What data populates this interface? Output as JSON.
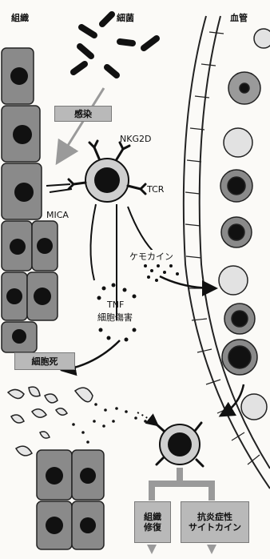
{
  "headers": {
    "tissue": "組織",
    "bacteria": "細菌",
    "vessel": "血管"
  },
  "labels": {
    "infection": "感染",
    "nkg2d": "NKG2D",
    "tcr": "TCR",
    "mica": "MICA",
    "chemokine": "ケモカイン",
    "tnf": "TNF",
    "cytotoxicity": "細胞傷害",
    "necrosis": "細胞死",
    "tissue_repair": "組織\n修復",
    "anti_inflammatory": "抗炎症性\nサイトカイン"
  },
  "colors": {
    "ink": "#111111",
    "cell": "#6e6e6e",
    "box": "#b9b9b9",
    "vessel": "#d4d4d4"
  }
}
